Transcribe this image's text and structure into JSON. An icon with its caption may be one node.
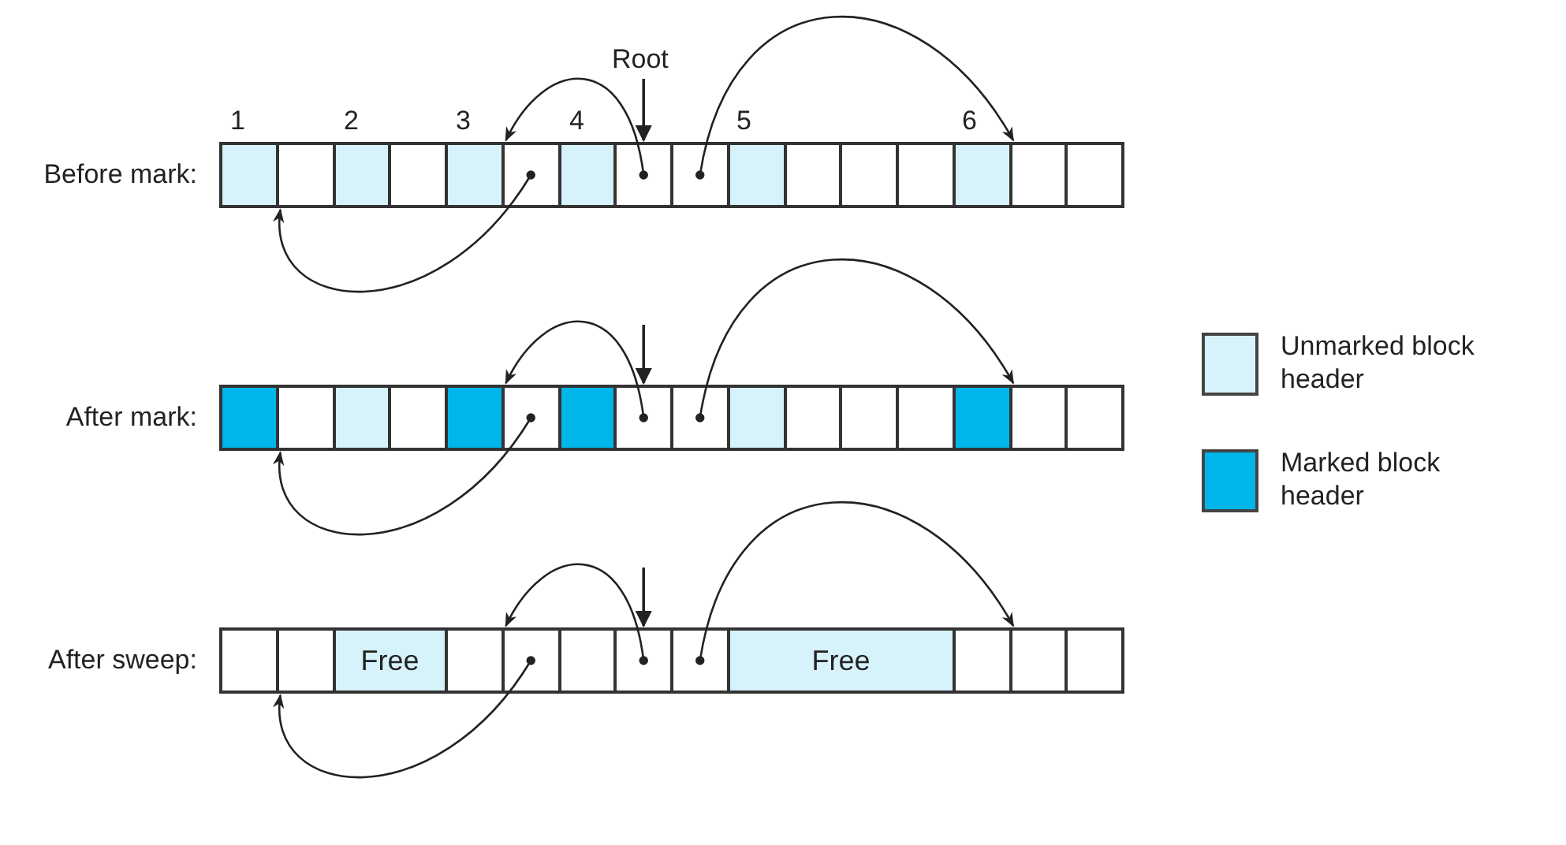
{
  "diagram": {
    "nodes": [
      {
        "text": [
          "Root"
        ]
      },
      {
        "text": [],
        "shape": "box"
      },
      {
        "text": [],
        "shape": "box"
      },
      {
        "text": [],
        "shape": "box"
      },
      {
        "text": [],
        "shape": "box"
      },
      {
        "text": [],
        "shape": "box"
      },
      {
        "text": [],
        "shape": "box"
      },
      {
        "text": [],
        "shape": "box"
      },
      {
        "text": [],
        "shape": "box"
      },
      {
        "text": [],
        "shape": "box"
      },
      {
        "text": [],
        "shape": "box"
      },
      {
        "text": [],
        "shape": "box"
      },
      {
        "text": [],
        "shape": "box"
      },
      {
        "text": [],
        "shape": "box"
      },
      {
        "text": [],
        "shape": "box"
      },
      {
        "text": [],
        "shape": "box"
      },
      {
        "text": [],
        "shape": "box"
      },
      {
        "text": [],
        "shape": "box"
      },
      {
        "text": [],
        "shape": "box"
      },
      {
        "text": [],
        "shape": "box"
      },
      {
        "text": [],
        "shape": "box"
      },
      {
        "text": [],
        "shape": "box"
      },
      {
        "text": [],
        "shape": "box"
      },
      {
        "text": [],
        "shape": "box"
      },
      {
        "text": [],
        "shape": "box"
      },
      {
        "text": [],
        "shape": "box"
      },
      {
        "text": [],
        "shape": "box"
      },
      {
        "text": [],
        "shape": "box"
      },
      {
        "text": [],
        "shape": "box"
      },
      {
        "text": [],
        "shape": "box"
      },
      {
        "text": [],
        "shape": "box"
      },
      {
        "text": [],
        "shape": "box"
      },
      {
        "text": [],
        "shape": "box"
      },
      {
        "text": [],
        "shape": "box"
      },
      {
        "text": [],
        "shape": "box"
      },
      {
        "text": [
          "Free"
        ]
      },
      {
        "text": [],
        "shape": "box"
      },
      {
        "text": [],
        "shape": "box"
      },
      {
        "text": [],
        "shape": "box"
      },
      {
        "text": [],
        "shape": "box"
      },
      {
        "text": [],
        "shape": "box"
      },
      {
        "text": [
          "Free"
        ]
      },
      {
        "text": [],
        "shape": "box"
      },
      {
        "text": [],
        "shape": "box"
      },
      {
        "text": [],
        "shape": "box"
      }
    ],
    "edges": [
      {
        "from": 0,
        "to": 8,
        "arrow": "to"
      },
      {
        "from": 6,
        "to": 2,
        "arrow": "to"
      },
      {
        "from": 8,
        "to": 6,
        "arrow": "to"
      },
      {
        "from": 9,
        "to": 15,
        "arrow": "to"
      },
      {
        "from": null,
        "to": 24,
        "arrow": "to"
      },
      {
        "from": 22,
        "to": 18,
        "arrow": "to"
      },
      {
        "from": 24,
        "to": 22,
        "arrow": "to"
      },
      {
        "from": 25,
        "to": 31,
        "arrow": "to"
      },
      {
        "from": null,
        "to": 39,
        "arrow": "to"
      },
      {
        "from": 37,
        "to": 34,
        "arrow": "to"
      },
      {
        "from": 39,
        "to": 37,
        "arrow": "to"
      },
      {
        "from": 40,
        "to": 43,
        "arrow": "to"
      }
    ],
    "labels": [
      "1",
      "2",
      "3",
      "4",
      "5",
      "6",
      "Before mark:",
      "After mark:",
      "After sweep:"
    ],
    "legend": [
      {
        "text": "Unmarked block header",
        "color": "#d6f2fb"
      },
      {
        "text": "Marked block header",
        "color": "#00b5ea"
      }
    ]
  }
}
